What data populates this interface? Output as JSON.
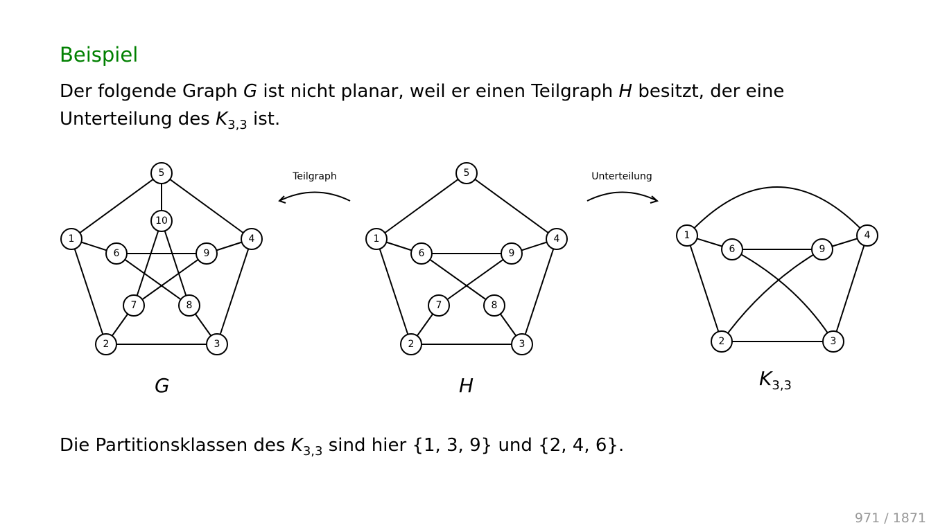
{
  "title": "Beispiel",
  "intro": {
    "t1": "Der folgende Graph ",
    "g": "G",
    "t2": " ist nicht planar, weil er einen Teilgraph ",
    "h": "H",
    "t3": " besitzt, der eine Unterteilung des ",
    "k": "K",
    "ksub": "3,3",
    "t4": " ist."
  },
  "graphs": {
    "G": {
      "label": "G",
      "nodes": [
        "1",
        "2",
        "3",
        "4",
        "5",
        "6",
        "7",
        "8",
        "9",
        "10"
      ],
      "edges": [
        [
          "1",
          "5"
        ],
        [
          "5",
          "4"
        ],
        [
          "4",
          "3"
        ],
        [
          "3",
          "2"
        ],
        [
          "2",
          "1"
        ],
        [
          "1",
          "6"
        ],
        [
          "5",
          "10"
        ],
        [
          "4",
          "9"
        ],
        [
          "3",
          "8"
        ],
        [
          "2",
          "7"
        ],
        [
          "6",
          "9"
        ],
        [
          "6",
          "8"
        ],
        [
          "10",
          "7"
        ],
        [
          "10",
          "8"
        ],
        [
          "9",
          "7"
        ]
      ]
    },
    "H": {
      "label": "H",
      "nodes": [
        "1",
        "2",
        "3",
        "4",
        "5",
        "6",
        "7",
        "8",
        "9"
      ],
      "edges": [
        [
          "1",
          "5"
        ],
        [
          "5",
          "4"
        ],
        [
          "4",
          "3"
        ],
        [
          "3",
          "2"
        ],
        [
          "2",
          "1"
        ],
        [
          "1",
          "6"
        ],
        [
          "4",
          "9"
        ],
        [
          "3",
          "8"
        ],
        [
          "2",
          "7"
        ],
        [
          "6",
          "9"
        ],
        [
          "6",
          "8"
        ],
        [
          "9",
          "7"
        ]
      ]
    },
    "K33": {
      "label": "K",
      "sub": "3,3",
      "nodes": [
        "1",
        "2",
        "3",
        "4",
        "6",
        "9"
      ],
      "edges": [
        [
          "1",
          "4"
        ],
        [
          "1",
          "6"
        ],
        [
          "1",
          "2"
        ],
        [
          "4",
          "9"
        ],
        [
          "4",
          "3"
        ],
        [
          "6",
          "9"
        ],
        [
          "2",
          "3"
        ],
        [
          "2",
          "9"
        ],
        [
          "6",
          "3"
        ]
      ]
    }
  },
  "arrows": {
    "teilgraph": "Teilgraph",
    "unterteilung": "Unterteilung"
  },
  "footer": {
    "t1": "Die Partitionsklassen des ",
    "k": "K",
    "ksub": "3,3",
    "t2": " sind hier ",
    "set1": "{1, 3, 9}",
    "t3": " und ",
    "set2": "{2, 4, 6}",
    "t4": "."
  },
  "page": "971 / 1871"
}
